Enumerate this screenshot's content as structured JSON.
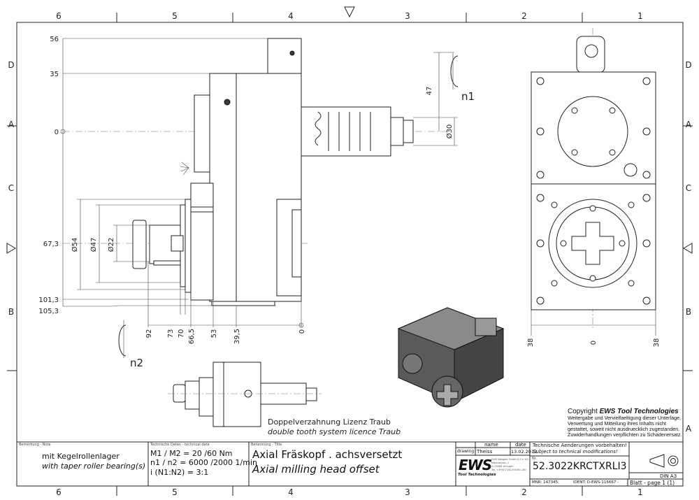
{
  "border": {
    "columns": [
      "6",
      "5",
      "4",
      "3",
      "2",
      "1"
    ],
    "rows_left": [
      "D",
      "A",
      "C",
      "B"
    ],
    "rows_right": [
      "D",
      "A",
      "C",
      "B",
      "A"
    ]
  },
  "dimensions": {
    "vertical": [
      "56",
      "35",
      "0",
      "67,3",
      "101,3",
      "105,3"
    ],
    "diameters_left": [
      "Ø54",
      "Ø47",
      "Ø22"
    ],
    "horizontal": [
      "92",
      "73",
      "70",
      "66,5",
      "53",
      "39,5",
      "0"
    ],
    "right_top": [
      "47",
      "Ø30"
    ],
    "end_view": [
      "38",
      "0",
      "38"
    ],
    "rotation_labels": [
      "n1",
      "n2"
    ]
  },
  "annotation": {
    "line1": "Doppelverzahnung Lizenz Traub",
    "line2": "double tooth system licence Traub"
  },
  "copyright": {
    "heading_prefix": "Copyright ",
    "heading_brand": "EWS Tool Technologies",
    "lines": [
      "Weitergabe und Vervielfaeltigung dieser Unterlage,",
      "Verwertung und Mitteilung ihres Inhalts nicht",
      "gestattet, soweit nicht ausdruecklich zugestanden.",
      "Zuwiderhandlungen verpflichten zu Schadenersatz."
    ]
  },
  "title_block": {
    "note_label": "Bemerkung - Note",
    "note_de": "mit Kegelrollenlager",
    "note_en": "with taper roller bearing(s)",
    "tech_label": "Technische Daten - technical data",
    "tech_lines": [
      "M1 / M2 = 20  /60  Nm",
      "n1 / n2 = 6000 /2000  1/min",
      "i  (N1:N2) = 3:1"
    ],
    "title_label": "Benennung - Title",
    "title_de": "Axial Fräskopf . achsversetzt",
    "title_en": "Axial milling head offset",
    "col_name": "name",
    "col_date": "date",
    "row_label": "drawing",
    "drawer": "Theiss",
    "date": "13.02.2012",
    "logo_text": "EWS",
    "logo_sub": "Tool Technologies",
    "company_lines": [
      "EWS Weigele GmbH & Co. KG",
      "Maybachstr. 1",
      "D-73066 Uhingen",
      "Tel. +49(0)7161/93040-100"
    ],
    "changes_de": "Technische Aenderungen vorbehalten!",
    "changes_en": "Subject to technical modifications!",
    "nr_label": "Nr.",
    "number": "52.3022KRCTXRLI3",
    "mnr": "MNR: 147345",
    "ident": "IDENT: D-EWS-115667 -",
    "sheet": "Blatt - page  1 (1)",
    "format": "DIN A3"
  }
}
